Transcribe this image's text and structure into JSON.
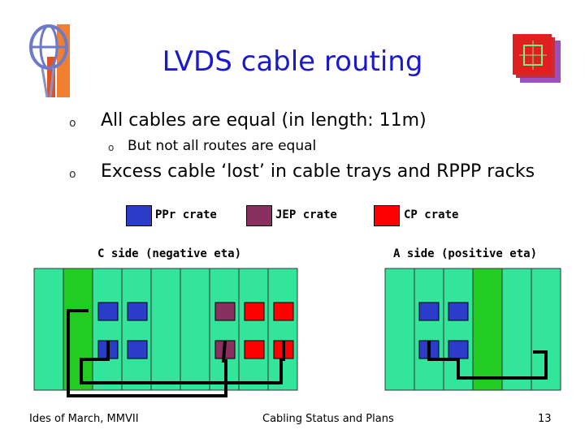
{
  "slide": {
    "title": "LVDS cable routing",
    "bullets": [
      {
        "marker": "o",
        "text": "All cables are equal (in length: 11m)"
      },
      {
        "marker": "o",
        "text": "But not all routes are equal"
      },
      {
        "marker": "o",
        "text": "Excess cable ‘lost’ in cable trays and RPPP racks"
      }
    ],
    "legend": [
      {
        "label": "PPr crate",
        "color": "#2a3cc8"
      },
      {
        "label": "JEP crate",
        "color": "#8a3060"
      },
      {
        "label": "CP crate",
        "color": "#ff0000"
      }
    ],
    "c_side_label": "C side (negative eta)",
    "a_side_label": "A side (positive eta)",
    "footer": {
      "left": "Ides of March, MMVII",
      "center": "Cabling Status and Plans",
      "page": "13"
    }
  },
  "colors": {
    "title": "#1a1acc",
    "rack": "#33e59a",
    "rack_highlight": "#22cc22",
    "cable": "#000000",
    "logo_red": "#e23030"
  }
}
